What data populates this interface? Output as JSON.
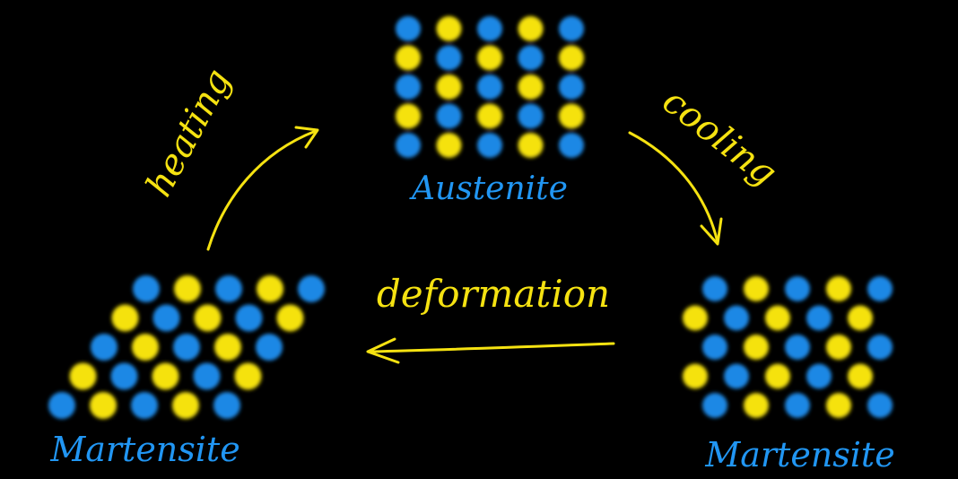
{
  "labels": {
    "austenite": "Austenite",
    "martensite_left": "Martensite",
    "martensite_right": "Martensite",
    "heating": "heating",
    "cooling": "cooling",
    "deformation": "deformation"
  },
  "colors": {
    "background": "#000000",
    "blue_atom": "#1e88e5",
    "yellow_atom": "#f5e211",
    "blue_text": "#2196f3",
    "yellow_text": "#f5e211"
  },
  "lattices": {
    "austenite": {
      "rows": [
        [
          "blue",
          "yellow",
          "blue",
          "yellow",
          "blue"
        ],
        [
          "yellow",
          "blue",
          "yellow",
          "blue",
          "yellow"
        ],
        [
          "blue",
          "yellow",
          "blue",
          "yellow",
          "blue"
        ],
        [
          "yellow",
          "blue",
          "yellow",
          "blue",
          "yellow"
        ],
        [
          "blue",
          "yellow",
          "blue",
          "yellow",
          "blue"
        ]
      ]
    },
    "martensite_left": {
      "rows": [
        [
          "blue",
          "yellow",
          "blue",
          "yellow",
          "blue"
        ],
        [
          "yellow",
          "blue",
          "yellow",
          "blue",
          "yellow"
        ],
        [
          "blue",
          "yellow",
          "blue",
          "yellow",
          "blue"
        ],
        [
          "yellow",
          "blue",
          "yellow",
          "blue",
          "yellow"
        ],
        [
          "blue",
          "yellow",
          "blue",
          "yellow",
          "blue"
        ]
      ]
    },
    "martensite_right": {
      "rows": [
        [
          "blue",
          "yellow",
          "blue",
          "yellow",
          "blue"
        ],
        [
          "yellow",
          "blue",
          "yellow",
          "blue",
          "yellow"
        ],
        [
          "blue",
          "yellow",
          "blue",
          "yellow",
          "blue"
        ],
        [
          "yellow",
          "blue",
          "yellow",
          "blue",
          "yellow"
        ],
        [
          "blue",
          "yellow",
          "blue",
          "yellow",
          "blue"
        ]
      ]
    }
  }
}
